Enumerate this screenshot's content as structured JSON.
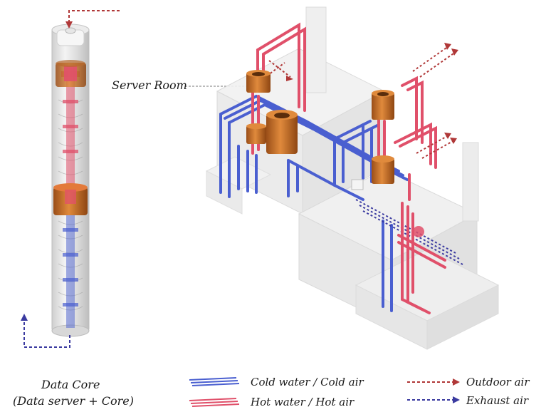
{
  "labels": {
    "server_room": "Server Room",
    "core_title": "Data Core",
    "core_subtitle": "(Data server + Core)"
  },
  "legend": [
    {
      "id": "cold",
      "text": "Cold water / Cold air",
      "color": "#4a5fd0"
    },
    {
      "id": "hot",
      "text": "Hot water / Hot air",
      "color": "#e0506a"
    },
    {
      "id": "outdoor",
      "text": "Outdoor air",
      "color": "#b03838"
    },
    {
      "id": "exhaust",
      "text": "Exhaust air",
      "color": "#3a3aa0"
    }
  ],
  "colors": {
    "cold": "#4a5fd0",
    "hot": "#e0506a",
    "copper": "#c8702a",
    "ghost": "#e6e6e6",
    "outdoor_arrow": "#b03838",
    "exhaust_arrow": "#3a3aa0"
  }
}
